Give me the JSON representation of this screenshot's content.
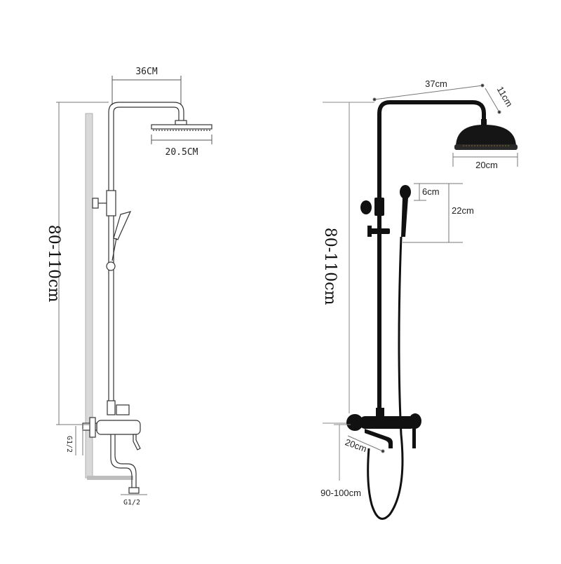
{
  "left_diagram": {
    "label_width_top": "36CM",
    "label_head": "20.5CM",
    "label_height": "80-110cm",
    "label_inlet_side": "G1/2",
    "label_inlet_bottom": "G1/2"
  },
  "right_diagram": {
    "label_width_top": "37cm",
    "label_arm_drop": "11cm",
    "label_head": "20cm",
    "label_hand_head": "6cm",
    "label_hand_length": "22cm",
    "label_height": "80-110cm",
    "label_spout": "20cm",
    "label_floor": "90-100cm"
  },
  "colors": {
    "outline": "#333333",
    "fixture": "#111111",
    "wall": "#bdbdbd",
    "dimension": "#555555"
  }
}
